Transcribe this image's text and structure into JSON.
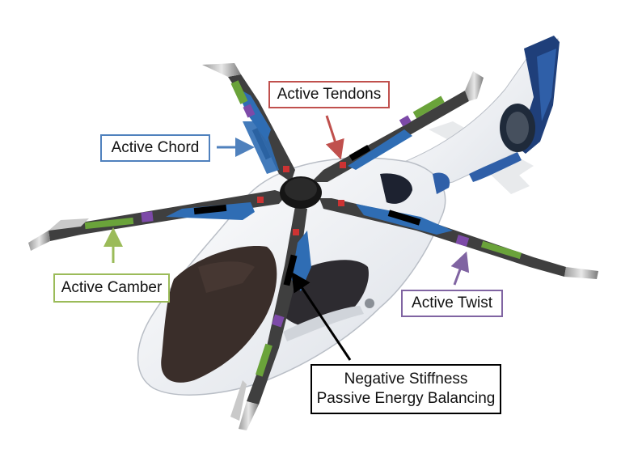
{
  "colors": {
    "tendons": "#c0504d",
    "chord": "#4f81bd",
    "camber": "#9bbb59",
    "twist": "#8064a2",
    "passive": "#000000",
    "blade": "#404040",
    "blue_panel": "#2f6db4",
    "green_segment": "#6aa33a",
    "purple_segment": "#7d4aa8",
    "red_joint": "#cc3333"
  },
  "labels": {
    "tendons": "Active Tendons",
    "chord": "Active Chord",
    "camber": "Active Camber",
    "twist": "Active Twist",
    "passive_line1": "Negative Stiffness",
    "passive_line2": "Passive Energy Balancing"
  },
  "icons": {
    "tendons_arrow": "arrow-down-right",
    "chord_arrow": "arrow-right",
    "camber_arrow": "arrow-up",
    "twist_arrow": "arrow-up-right",
    "passive_arrow": "arrow-up-left"
  }
}
